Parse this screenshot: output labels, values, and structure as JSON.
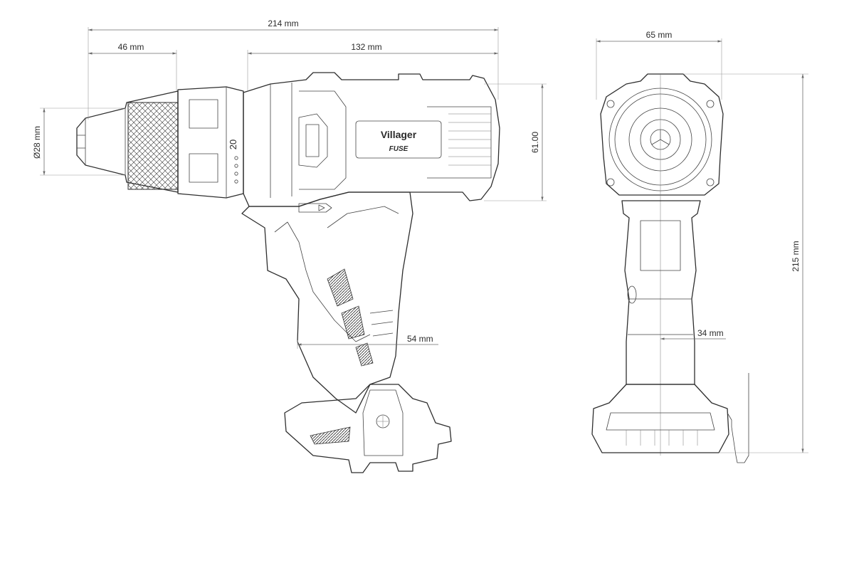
{
  "side_view": {
    "dim_overall_length": "214 mm",
    "dim_chuck_length": "46 mm",
    "dim_body_length": "132 mm",
    "dim_chuck_diameter": "Ø28 mm",
    "dim_body_height": "61.00",
    "dim_handle_width": "54 mm",
    "torque_setting_label": "20",
    "brand_logo": "Villager",
    "series_logo": "FUSE"
  },
  "front_view": {
    "dim_width": "65 mm",
    "dim_height": "215 mm",
    "dim_handle_width": "34 mm"
  },
  "colors": {
    "line": "#2e2e2e",
    "dimension": "#6b6b6b",
    "background": "#ffffff"
  }
}
